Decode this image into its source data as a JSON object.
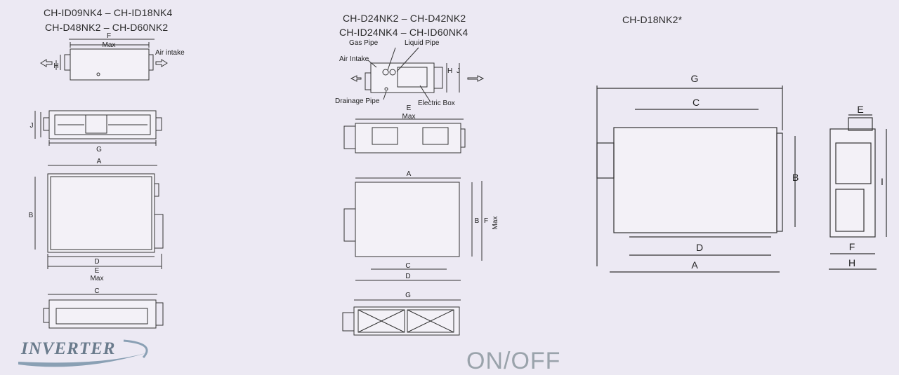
{
  "titles": {
    "group1_line1": "CH-ID09NK4 – CH-ID18NK4",
    "group1_line2": "CH-D48NK2 – CH-D60NK2",
    "group2_line1": "CH-D24NK2 – CH-D42NK2",
    "group2_line2": "CH-ID24NK4 – CH-ID60NK4",
    "group3_line1": "CH-D18NK2*"
  },
  "labels": {
    "air_intake_1": "Air intake",
    "air_intake_2": "Air Intake",
    "gas_pipe": "Gas Pipe",
    "liquid_pipe": "Liquid Pipe",
    "drainage_pipe": "Drainage Pipe",
    "electric_box": "Electric Box",
    "max": "Max"
  },
  "dims": {
    "A": "A",
    "B": "B",
    "C": "C",
    "D": "D",
    "E": "E",
    "F": "F",
    "G": "G",
    "H": "H",
    "I": "I",
    "J": "J"
  },
  "footer": {
    "logo_text": "INVERTER",
    "on_off": "ON/OFF"
  },
  "colors": {
    "background": "#ece9f3",
    "line": "#333333",
    "logo": "#6a7b8c",
    "on_off": "#9aa3ab"
  }
}
